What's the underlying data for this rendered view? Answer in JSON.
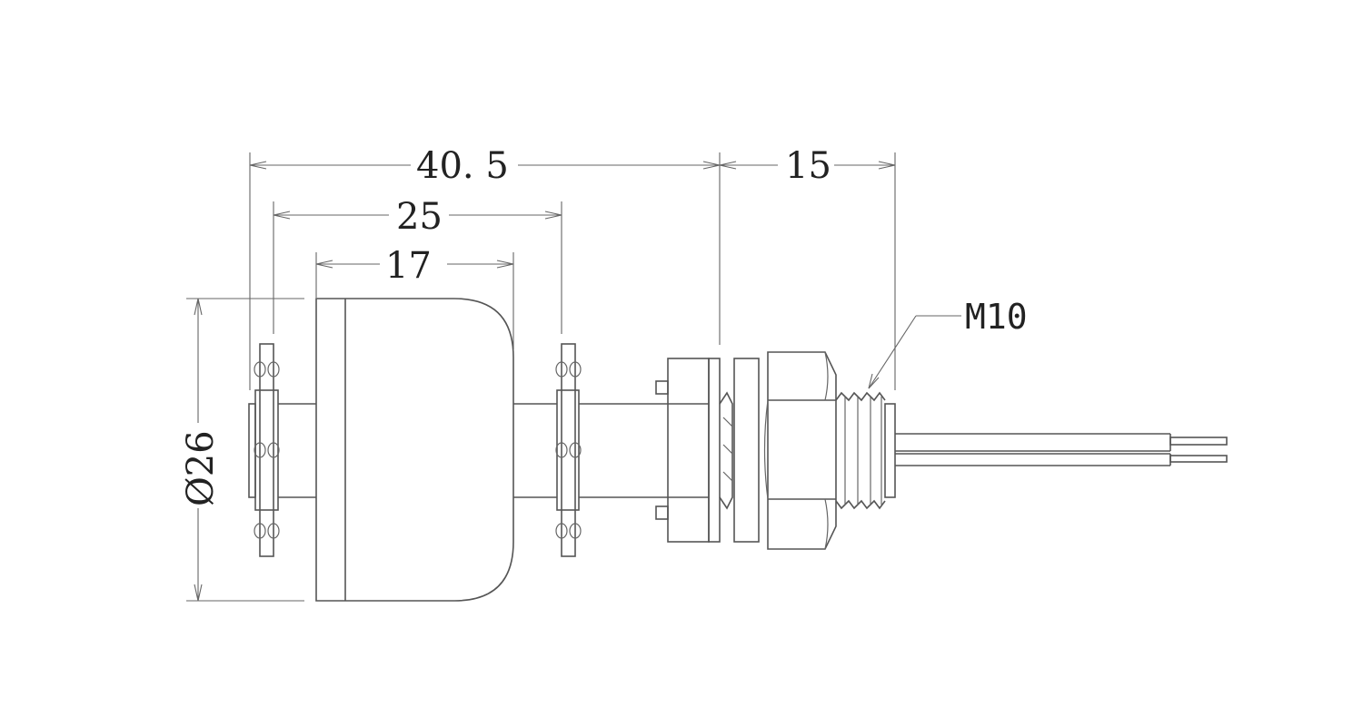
{
  "dimensions": {
    "overall_length": "40. 5",
    "float_span": "25",
    "float_length": "17",
    "thread_length": "15",
    "diameter": "Ø26"
  },
  "callouts": {
    "thread_size": "M10"
  },
  "colors": {
    "line": "#555555",
    "text": "#222222",
    "background": "#ffffff"
  }
}
